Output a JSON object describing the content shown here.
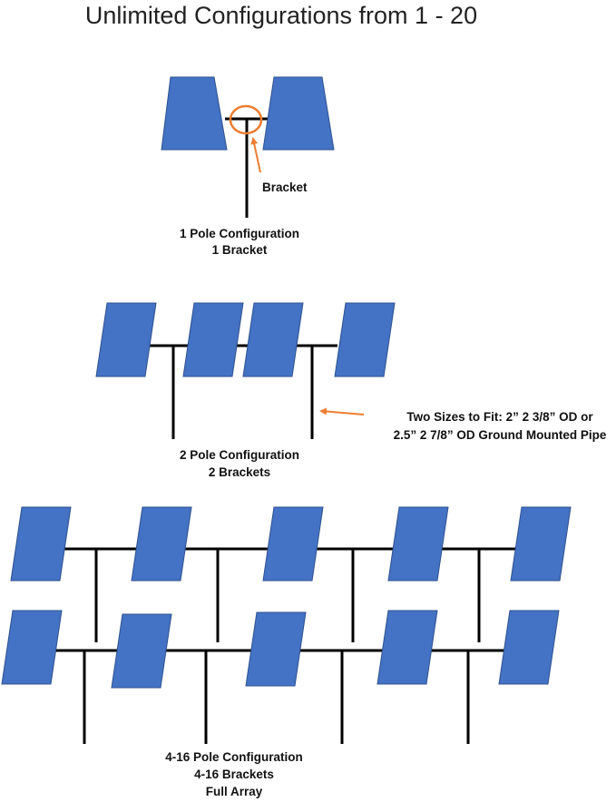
{
  "title": "Unlimited Configurations from 1 - 20",
  "accent_color": "#ed7d31",
  "panel_color": "#4472c4",
  "config1": {
    "bracket_label": "Bracket",
    "caption_line1": "1 Pole Configuration",
    "caption_line2": "1 Bracket"
  },
  "config2": {
    "pipe_note_line1": "Two Sizes to Fit: 2” 2 3/8” OD or",
    "pipe_note_line2": "2.5” 2 7/8” OD Ground Mounted Pipe",
    "caption_line1": "2 Pole Configuration",
    "caption_line2": "2 Brackets"
  },
  "config3": {
    "caption_line1": "4-16 Pole Configuration",
    "caption_line2": "4-16 Brackets",
    "caption_line3": "Full Array"
  }
}
